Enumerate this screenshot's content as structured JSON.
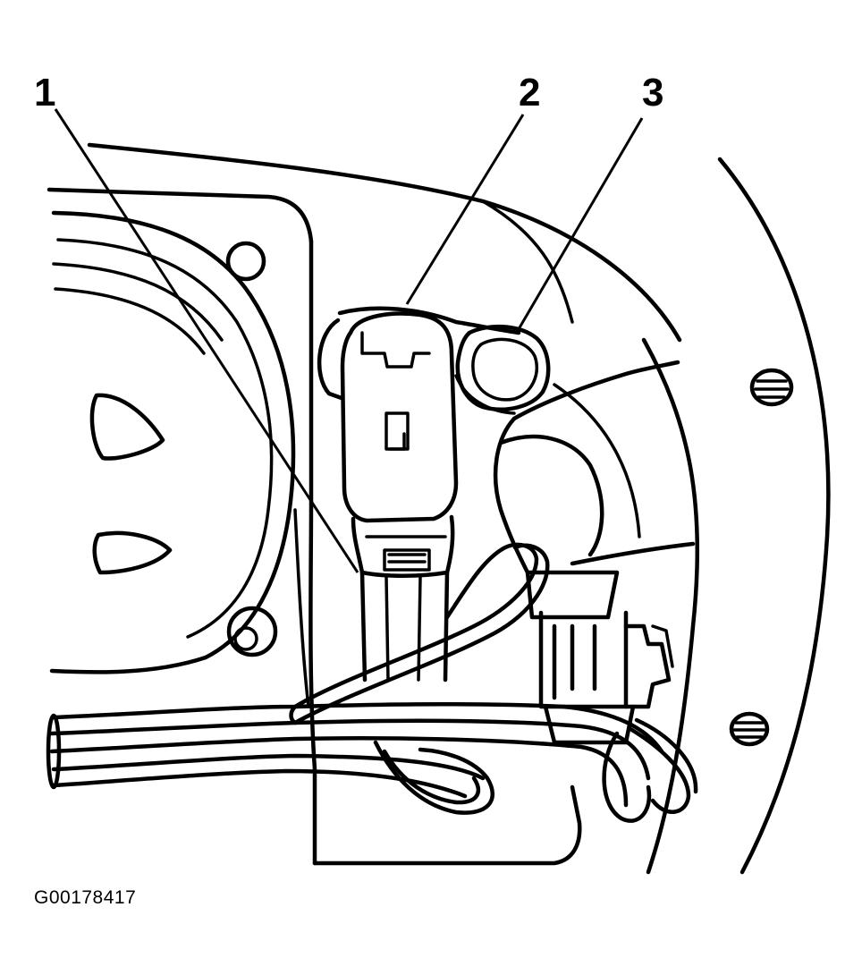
{
  "callouts": [
    {
      "id": "1",
      "label": "1"
    },
    {
      "id": "2",
      "label": "2"
    },
    {
      "id": "3",
      "label": "3"
    }
  ],
  "figure_id": "G00178417",
  "colors": {
    "ink": "#000000",
    "paper": "#ffffff"
  }
}
